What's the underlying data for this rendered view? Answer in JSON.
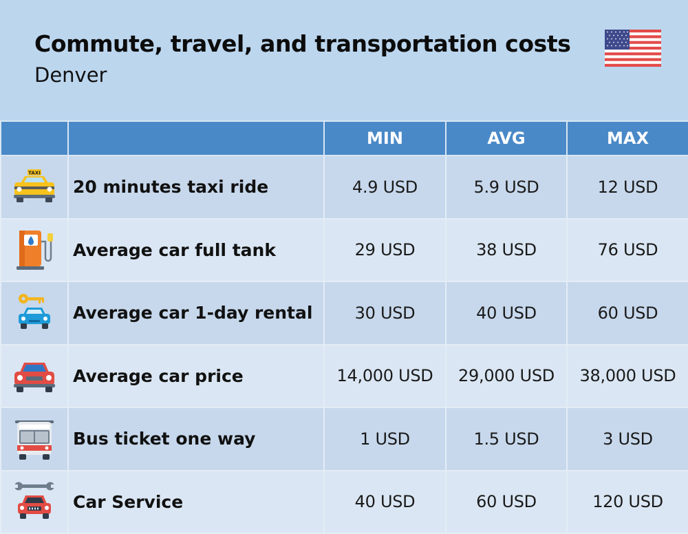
{
  "header": {
    "title": "Commute, travel, and transportation costs",
    "subtitle": "Denver",
    "flag_icon": "us-flag-icon"
  },
  "table": {
    "columns": [
      "",
      "",
      "MIN",
      "AVG",
      "MAX"
    ],
    "rows": [
      {
        "icon": "taxi-icon",
        "label": "20 minutes taxi ride",
        "min": "4.9 USD",
        "avg": "5.9 USD",
        "max": "12 USD"
      },
      {
        "icon": "fuel-pump-icon",
        "label": "Average car full tank",
        "min": "29 USD",
        "avg": "38 USD",
        "max": "76 USD"
      },
      {
        "icon": "car-rental-key-icon",
        "label": "Average car 1-day rental",
        "min": "30 USD",
        "avg": "40 USD",
        "max": "60 USD"
      },
      {
        "icon": "car-icon",
        "label": "Average car price",
        "min": "14,000 USD",
        "avg": "29,000 USD",
        "max": "38,000 USD"
      },
      {
        "icon": "bus-icon",
        "label": "Bus ticket one way",
        "min": "1 USD",
        "avg": "1.5 USD",
        "max": "3 USD"
      },
      {
        "icon": "car-service-wrench-icon",
        "label": "Car Service",
        "min": "40 USD",
        "avg": "60 USD",
        "max": "120 USD"
      }
    ],
    "taxi_sign": "TAXI"
  },
  "colors": {
    "background": "#bcd6ee",
    "header_row": "#4a89c8",
    "row_odd": "#c7d8ec",
    "row_even": "#dae6f3"
  }
}
